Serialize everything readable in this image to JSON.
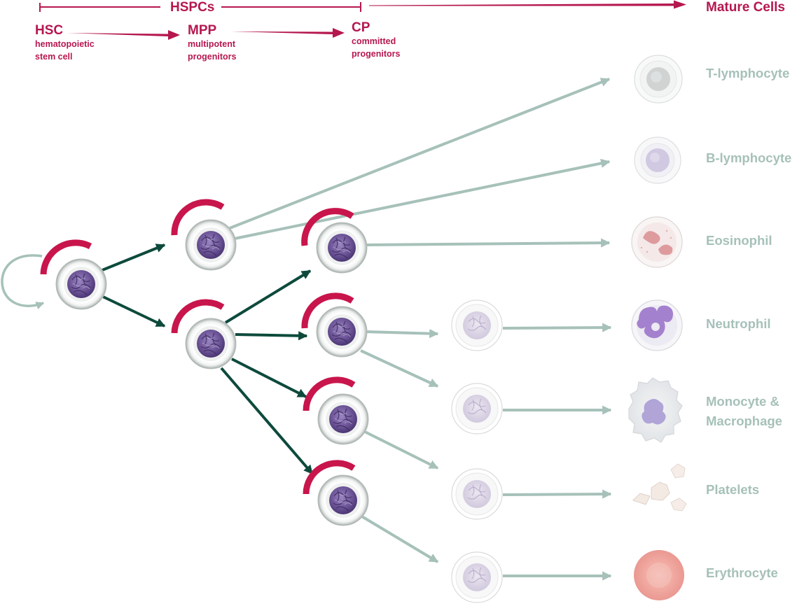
{
  "header": {
    "hspcs": "HSPCs",
    "mature": "Mature Cells",
    "hsc": {
      "abbr": "HSC",
      "line1": "hematopoietic",
      "line2": "stem cell"
    },
    "mpp": {
      "abbr": "MPP",
      "line1": "multipotent",
      "line2": "progenitors"
    },
    "cp": {
      "abbr": "CP",
      "line1": "committed",
      "line2": "progenitors"
    }
  },
  "mature_cells": {
    "t_lymphocyte": "T-lymphocyte",
    "b_lymphocyte": "B-lymphocyte",
    "eosinophil": "Eosinophil",
    "neutrophil": "Neutrophil",
    "monocyte_line1": "Monocyte &",
    "monocyte_line2": "Macrophage",
    "platelets": "Platelets",
    "erythrocyte": "Erythrocyte"
  },
  "colors": {
    "accent": "#b5174f",
    "active_arrow": "#0d4a3c",
    "faded_arrow": "#a6c1b9",
    "nucleus": "#6e4f96"
  }
}
